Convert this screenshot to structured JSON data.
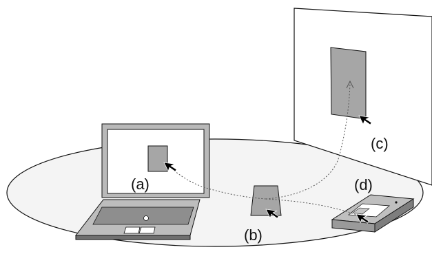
{
  "labels": {
    "a": "(a)",
    "b": "(b)",
    "c": "(c)",
    "d": "(d)"
  },
  "colors": {
    "floor": "#f4f4f4",
    "outline": "#111111",
    "window": "#a6a6a6",
    "laptop_body": "#bdbdbd",
    "laptop_keyboard": "#8e8e8e",
    "screen_frame": "#b9b9b9",
    "device_body": "#bfbfbf",
    "device_dark": "#7e7e7e",
    "cursor": "#000000"
  },
  "icons": {
    "cursor": "arrow-cursor-icon"
  }
}
